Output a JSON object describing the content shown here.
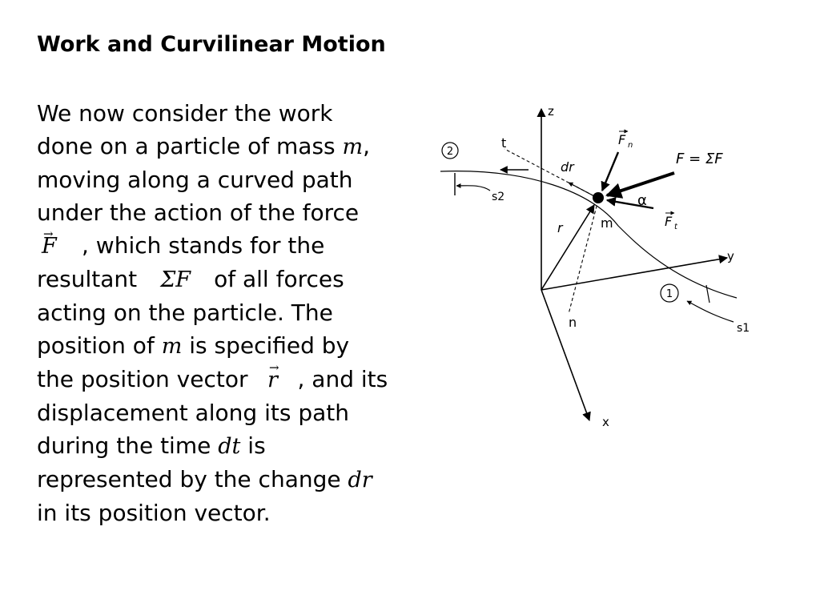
{
  "slide": {
    "title": "Work and Curvilinear Motion",
    "text": {
      "l1": "We now consider the work",
      "l2a": "done on a particle of mass",
      "l2m": "m",
      "l2b": ",",
      "l3": "moving along a curved path",
      "l4": "under the action of the force",
      "l5F": "F",
      "l5": ", which stands for the",
      "l6a": "resultant",
      "l6sigma": "ΣF",
      "l6b": "of all forces",
      "l7": "acting on the particle. The",
      "l8a": "position of",
      "l8m": "m",
      "l8b": "is specified by",
      "l9a": "the position vector",
      "l9r": "r",
      "l9b": ", and its",
      "l10": "displacement along its path",
      "l11a": "during the time",
      "l11dt": "dt",
      "l11b": "is",
      "l12a": "represented by the change",
      "l12dr": "dr",
      "l13": "in its position vector."
    }
  },
  "diagram": {
    "labels": {
      "z": "z",
      "y": "y",
      "x": "x",
      "t": "t",
      "n": "n",
      "point1": "1",
      "point2": "2",
      "s1": "s1",
      "s2": "s2",
      "dr": "dr",
      "r": "r",
      "m": "m",
      "alpha": "α",
      "Fn": "F",
      "Fn_sub": "n",
      "Ft": "F",
      "Ft_sub": "t",
      "F_sum": "F = ΣF"
    }
  }
}
